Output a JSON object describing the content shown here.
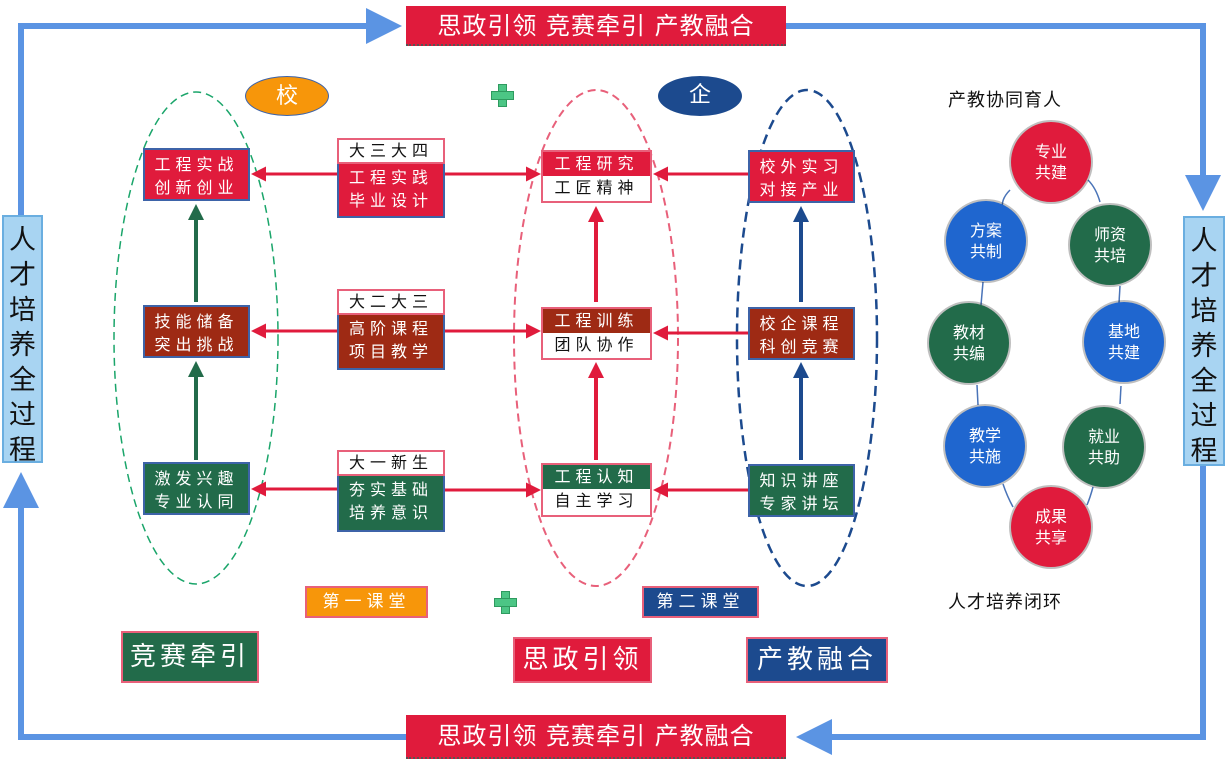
{
  "banners": {
    "top": "思政引领 竞赛牵引 产教融合",
    "bottom": "思政引领 竞赛牵引 产教融合"
  },
  "side_labels": {
    "left": [
      "人",
      "才",
      "培",
      "养",
      "全",
      "过",
      "程"
    ],
    "right": [
      "人",
      "才",
      "培",
      "养",
      "全",
      "过",
      "程"
    ]
  },
  "headers": {
    "school": "校",
    "enterprise": "企"
  },
  "school_column": [
    {
      "line1": "工程实战",
      "line2": "创新创业",
      "color": "#e01b3c"
    },
    {
      "line1": "技能储备",
      "line2": "突出挑战",
      "color": "#9e2a14"
    },
    {
      "line1": "激发兴趣",
      "line2": "专业认同",
      "color": "#226b4a"
    }
  ],
  "year_column": [
    {
      "year": "大三大四",
      "line1": "工程实践",
      "line2": "毕业设计",
      "color": "#e01b3c"
    },
    {
      "year": "大二大三",
      "line1": "高阶课程",
      "line2": "项目教学",
      "color": "#9e2a14"
    },
    {
      "year": "大一新生",
      "line1": "夯实基础",
      "line2": "培养意识",
      "color": "#226b4a"
    }
  ],
  "middle_column": [
    {
      "top": "工程研究",
      "bottom": "工匠精神",
      "color": "#e01b3c"
    },
    {
      "top": "工程训练",
      "bottom": "团队协作",
      "color": "#9e2a14"
    },
    {
      "top": "工程认知",
      "bottom": "自主学习",
      "color": "#226b4a"
    }
  ],
  "enterprise_column": [
    {
      "line1": "校外实习",
      "line2": "对接产业",
      "color": "#e01b3c"
    },
    {
      "line1": "校企课程",
      "line2": "科创竞赛",
      "color": "#9e2a14"
    },
    {
      "line1": "知识讲座",
      "line2": "专家讲坛",
      "color": "#226b4a"
    }
  ],
  "classrooms": {
    "first": "第一课堂",
    "second": "第二课堂"
  },
  "pillars": {
    "competition": "竞赛牵引",
    "ideology": "思政引领",
    "industry": "产教融合"
  },
  "cycle": {
    "title": "产教协同育人",
    "footer": "人才培养闭环",
    "nodes": [
      {
        "line1": "专业",
        "line2": "共建",
        "color": "red"
      },
      {
        "line1": "方案",
        "line2": "共制",
        "color": "blue"
      },
      {
        "line1": "师资",
        "line2": "共培",
        "color": "green"
      },
      {
        "line1": "教材",
        "line2": "共编",
        "color": "green"
      },
      {
        "line1": "基地",
        "line2": "共建",
        "color": "blue"
      },
      {
        "line1": "教学",
        "line2": "共施",
        "color": "blue"
      },
      {
        "line1": "就业",
        "line2": "共助",
        "color": "green"
      },
      {
        "line1": "成果",
        "line2": "共享",
        "color": "red"
      }
    ]
  },
  "colors": {
    "loop_arrow": "#5b94e3",
    "flow_red": "#e01b3c",
    "flow_green": "#226b4a",
    "flow_navy": "#1c4a8e",
    "school_orange": "#f7960a"
  }
}
